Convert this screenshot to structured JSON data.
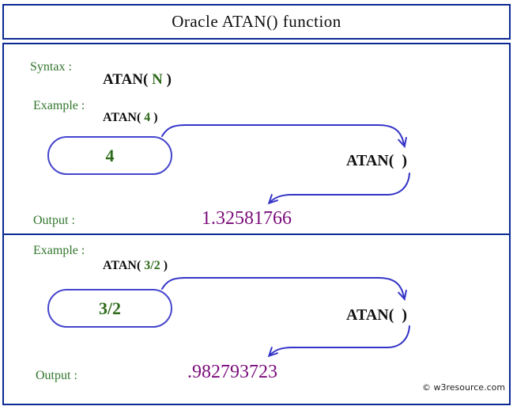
{
  "title": "Oracle ATAN() function",
  "colors": {
    "frame_navy": "#0b2a93",
    "arrow_blue": "#3434c8",
    "pill_border_blue": "#4545cd",
    "label_green": "#31752c",
    "value_green": "#2d6b1a",
    "output_purple": "#7a0c7a"
  },
  "syntax": {
    "label": "Syntax :",
    "code": {
      "prefix": "ATAN( ",
      "arg": "N",
      "suffix": " )"
    }
  },
  "examples": [
    {
      "label": "Example :",
      "call": {
        "prefix": "ATAN( ",
        "arg": "4",
        "suffix": " )"
      },
      "input_value": "4",
      "function_box": "ATAN(  )",
      "output_label": "Output :",
      "output_value": "1.32581766"
    },
    {
      "label": "Example :",
      "call": {
        "prefix": "ATAN( ",
        "arg": "3/2",
        "suffix": " )"
      },
      "input_value": "3/2",
      "function_box": "ATAN(  )",
      "output_label": "Output :",
      "output_value": ".982793723"
    }
  ],
  "footer": {
    "copyright": "© w3resource.com"
  }
}
